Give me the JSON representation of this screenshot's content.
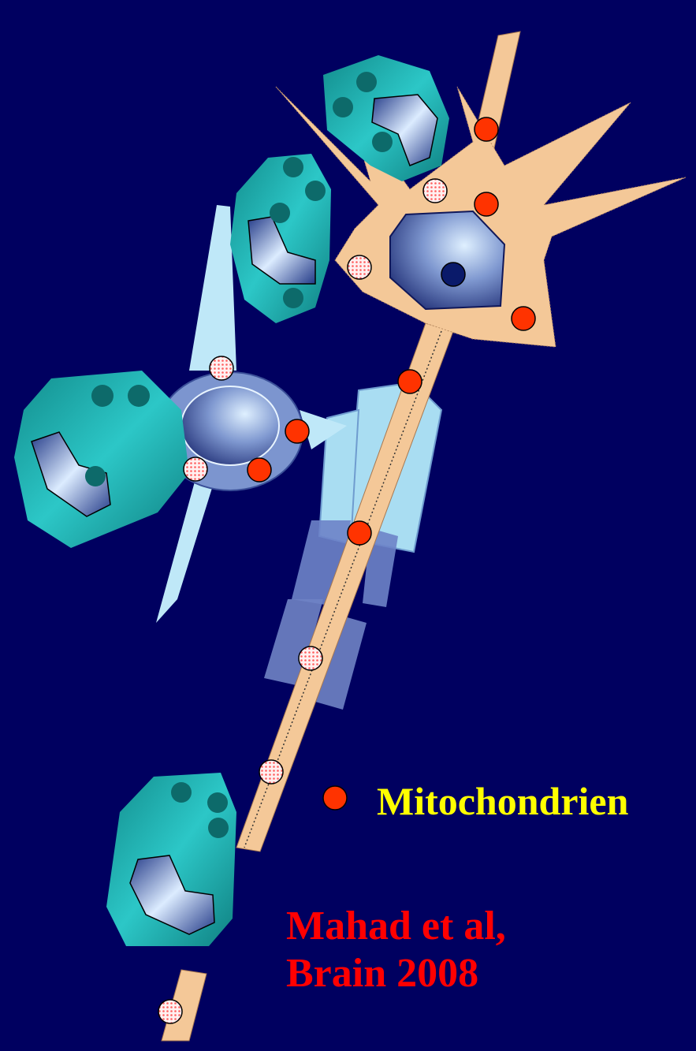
{
  "legend": {
    "label": "Mitochondrien",
    "marker_color": "#ff3300"
  },
  "citation": {
    "line1": "Mahad et al,",
    "line2": "Brain 2008",
    "color": "#ff0000"
  },
  "colors": {
    "background": "#000060",
    "axon": "#f4c898",
    "microglia": "#1aa8a8",
    "microglia_nucleus": "#2a3f8a",
    "oligodendrocyte": "#bfe8f8",
    "myelin": "#a9ddf2",
    "mitochondria": "#ff3300",
    "damaged_mitochondria": "#ffd0d0"
  }
}
